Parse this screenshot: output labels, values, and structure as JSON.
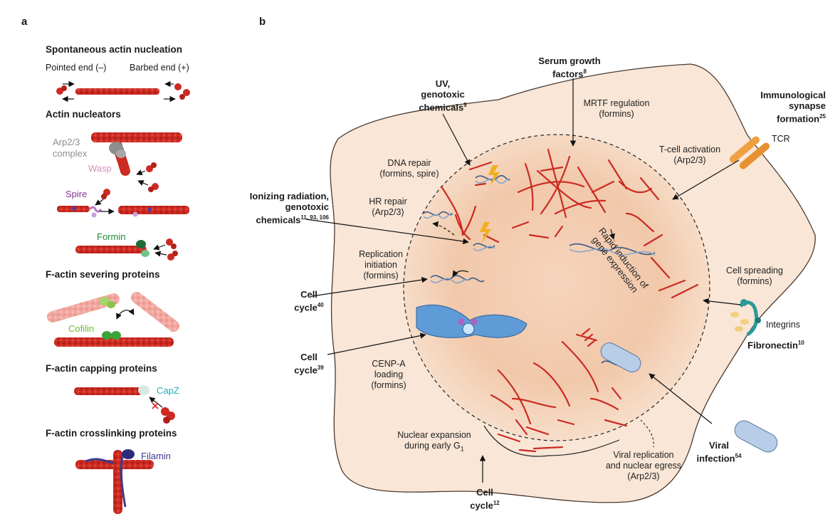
{
  "panel_a": {
    "letter": "a",
    "spontaneous": {
      "title": "Spontaneous actin nucleation",
      "pointed_end": "Pointed end (–)",
      "barbed_end": "Barbed end (+)"
    },
    "nucleators": {
      "title": "Actin nucleators",
      "arp23_line1": "Arp2/3",
      "arp23_line2": "complex",
      "wasp": "Wasp",
      "spire": "Spire",
      "formin": "Formin"
    },
    "severing": {
      "title": "F-actin severing proteins",
      "cofilin": "Cofilin"
    },
    "capping": {
      "title": "F-actin capping proteins",
      "capz": "CapZ"
    },
    "crosslinking": {
      "title": "F-actin crosslinking proteins",
      "filamin": "Filamin"
    }
  },
  "panel_b": {
    "letter": "b",
    "stimuli": {
      "serum_l1": "Serum growth",
      "serum_l2": "factors",
      "serum_ref": "8",
      "uv_l1": "UV,",
      "uv_l2": "genotoxic",
      "uv_l3": "chemicals",
      "uv_ref": "9",
      "immuno_l1": "Immunological",
      "immuno_l2": "synapse",
      "immuno_l3": "formation",
      "immuno_ref": "25",
      "ion_l1": "Ionizing radiation,",
      "ion_l2": "genotoxic",
      "ion_l3": "chemicals",
      "ion_ref": "11, 93, 106",
      "cc40_l1": "Cell",
      "cc40_l2": "cycle",
      "cc40_ref": "40",
      "cc39_l1": "Cell",
      "cc39_l2": "cycle",
      "cc39_ref": "39",
      "cc12_l1": "Cell",
      "cc12_l2": "cycle",
      "cc12_ref": "12",
      "fibronectin": "Fibronectin",
      "fibronectin_ref": "10",
      "viral_l1": "Viral",
      "viral_l2": "infection",
      "viral_ref": "54"
    },
    "labels": {
      "mrtf_l1": "MRTF regulation",
      "mrtf_l2": "(formins)",
      "tcell_l1": "T-cell activation",
      "tcell_l2": "(Arp2/3)",
      "tcr": "TCR",
      "dna_l1": "DNA repair",
      "dna_l2": "(formins, spire)",
      "hr_l1": "HR repair",
      "hr_l2": "(Arp2/3)",
      "rep_l1": "Replication",
      "rep_l2": "initiation",
      "rep_l3": "(formins)",
      "spread_l1": "Cell spreading",
      "spread_l2": "(formins)",
      "integrins": "Integrins",
      "cenpa_l1": "CENP-A",
      "cenpa_l2": "loading",
      "cenpa_l3": "(formins)",
      "nucexp_l1": "Nuclear expansion",
      "nucexp_l2": "during early G",
      "nucexp_sub": "1",
      "viralrep_l1": "Viral replication",
      "viralrep_l2": "and nuclear egress",
      "viralrep_l3": "(Arp2/3)",
      "rapid_l1": "Rapid induction of",
      "rapid_l2": "gene expression"
    }
  },
  "colors": {
    "actin": "#cc2a22",
    "cell": "#f9e6d6",
    "nucleus": "#f0c6a8",
    "arp23": "#8e8e8e",
    "spire": "#8b2f9a",
    "formin": "#1e8a3a",
    "cofilin": "#6dbb2e",
    "capz": "#2aa8b5",
    "filamin": "#3b3b8c",
    "tcr": "#f0a040",
    "integrin": "#2a9a9a"
  }
}
